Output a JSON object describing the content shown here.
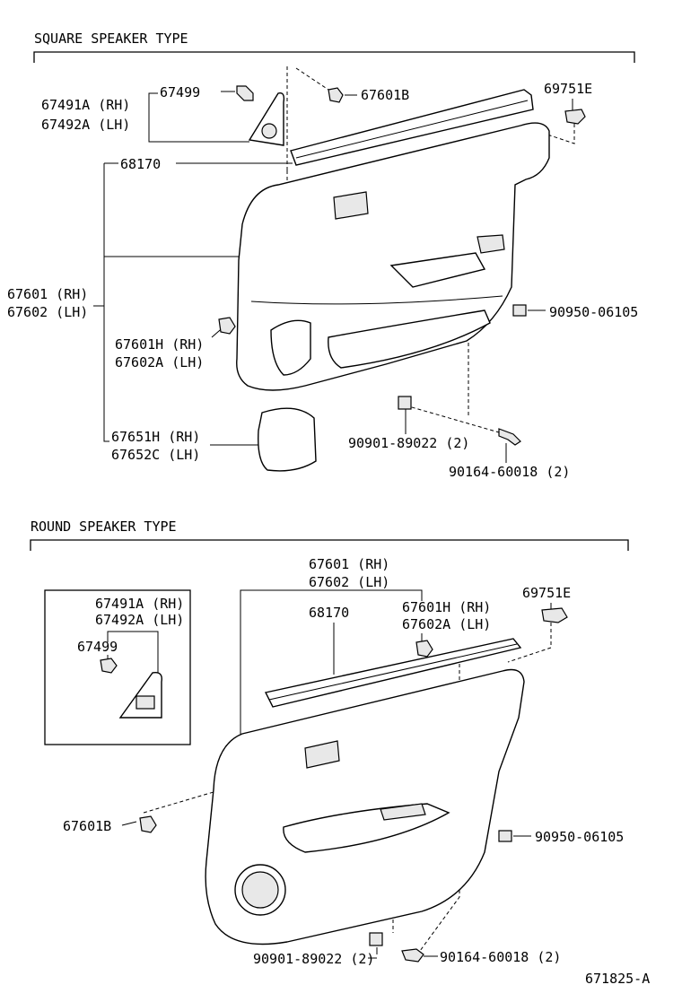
{
  "sections": {
    "square": "SQUARE SPEAKER TYPE",
    "round": "ROUND SPEAKER TYPE"
  },
  "square_labels": {
    "p67491a": "67491A (RH)",
    "p67492a": "67492A (LH)",
    "p67499": "67499",
    "p67601b": "67601B",
    "p69751e": "69751E",
    "p68170": "68170",
    "p67601": "67601 (RH)",
    "p67602": "67602 (LH)",
    "p67601h": "67601H (RH)",
    "p67602a": "67602A (LH)",
    "p90950": "90950-06105",
    "p67651h": "67651H (RH)",
    "p67652c": "67652C (LH)",
    "p90901": "90901-89022 (2)",
    "p90164": "90164-60018 (2)"
  },
  "round_labels": {
    "p67601": "67601 (RH)",
    "p67602": "67602 (LH)",
    "p69751e": "69751E",
    "p67491a": "67491A (RH)",
    "p67492a": "67492A (LH)",
    "p68170": "68170",
    "p67601h": "67601H (RH)",
    "p67602a": "67602A (LH)",
    "p67499": "67499",
    "p67601b": "67601B",
    "p90950": "90950-06105",
    "p90901": "90901-89022 (2)",
    "p90164": "90164-60018 (2)"
  },
  "figure_code": "671825-A"
}
